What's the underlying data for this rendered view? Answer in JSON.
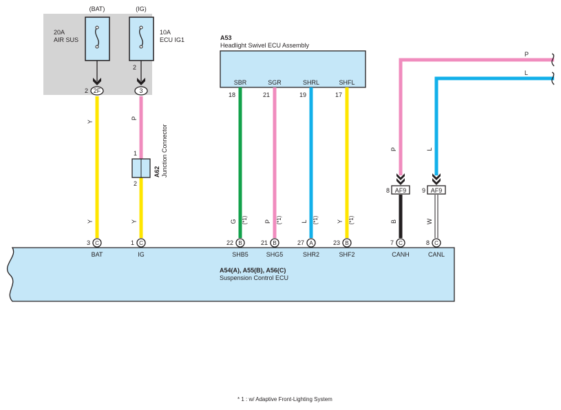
{
  "colors": {
    "wire_yellow": "#ffe600",
    "wire_pink": "#f08cbe",
    "wire_green": "#12a14b",
    "wire_blue": "#12b0ea",
    "wire_black": "#231f20",
    "wire_white": "#ffffff",
    "component_fill": "#c5e7f8",
    "fuse_block_fill": "#d4d4d4",
    "outline": "#231f20"
  },
  "fuses": [
    {
      "source": "(BAT)",
      "rating": "20A",
      "name": "AIR SUS",
      "pin": "2",
      "connector": "2F",
      "icon": "fuse-icon"
    },
    {
      "source": "(IG)",
      "rating": "10A",
      "name": "ECU IG1",
      "pin": "2",
      "connector": "3",
      "icon": "fuse-icon"
    }
  ],
  "headlight_ecu": {
    "code": "A53",
    "name": "Headlight Swivel ECU Assembly",
    "terminals": [
      {
        "label": "SBR",
        "pin": "18"
      },
      {
        "label": "SGR",
        "pin": "21"
      },
      {
        "label": "SHRL",
        "pin": "19"
      },
      {
        "label": "SHFL",
        "pin": "17"
      }
    ]
  },
  "junction_connector": {
    "code": "A62",
    "name": "Junction Connector",
    "pin_top": "1",
    "pin_bottom": "2"
  },
  "af9": [
    {
      "pin": "8",
      "connector": "AF9"
    },
    {
      "pin": "9",
      "connector": "AF9"
    }
  ],
  "right_wires": [
    {
      "color_code": "P"
    },
    {
      "color_code": "L"
    }
  ],
  "wires": [
    {
      "color_code": "Y"
    },
    {
      "color_code": "Y"
    },
    {
      "color_code": "P"
    },
    {
      "color_code": "Y"
    },
    {
      "color_code": "G",
      "note": "(*1)"
    },
    {
      "color_code": "P",
      "note": "(*1)"
    },
    {
      "color_code": "L",
      "note": "(*1)"
    },
    {
      "color_code": "Y",
      "note": "(*1)"
    },
    {
      "color_code": "P"
    },
    {
      "color_code": "L"
    },
    {
      "color_code": "B"
    },
    {
      "color_code": "W"
    }
  ],
  "suspension_ecu": {
    "codes": "A54(A), A55(B), A56(C)",
    "name": "Suspension Control ECU",
    "terminals": [
      {
        "pin": "3",
        "connector": "C",
        "label": "BAT"
      },
      {
        "pin": "1",
        "connector": "C",
        "label": "IG"
      },
      {
        "pin": "22",
        "connector": "B",
        "label": "SHB5"
      },
      {
        "pin": "21",
        "connector": "B",
        "label": "SHG5"
      },
      {
        "pin": "27",
        "connector": "A",
        "label": "SHR2"
      },
      {
        "pin": "23",
        "connector": "B",
        "label": "SHF2"
      },
      {
        "pin": "7",
        "connector": "C",
        "label": "CANH"
      },
      {
        "pin": "8",
        "connector": "C",
        "label": "CANL"
      }
    ]
  },
  "footnote": "* 1 : w/ Adaptive Front-Lighting System"
}
